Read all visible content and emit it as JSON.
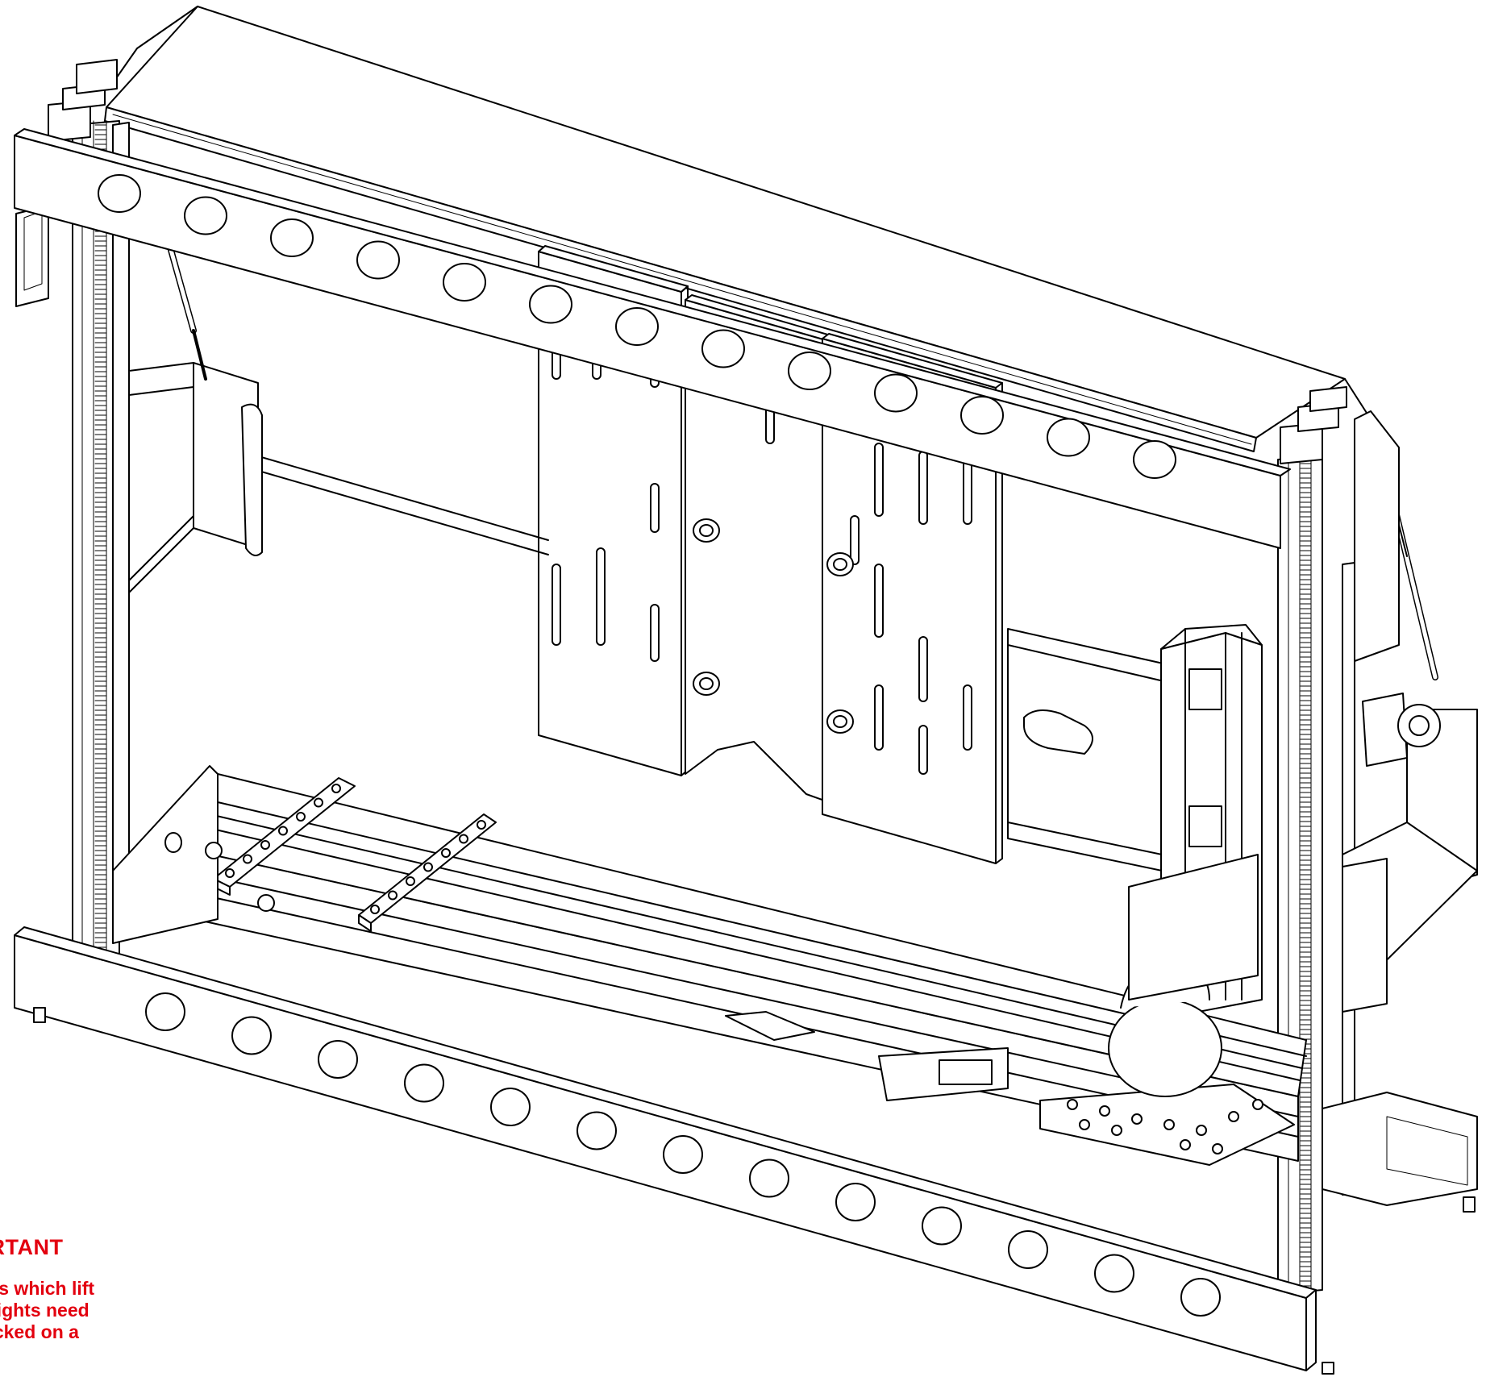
{
  "note": {
    "title": "ORTANT",
    "lines": [
      "sms which lift",
      "weights need",
      "hecked on a"
    ]
  },
  "colors": {
    "line": "#000000",
    "background": "#ffffff",
    "note_text": "#e3000f",
    "plate_fill": "#ffffff"
  }
}
